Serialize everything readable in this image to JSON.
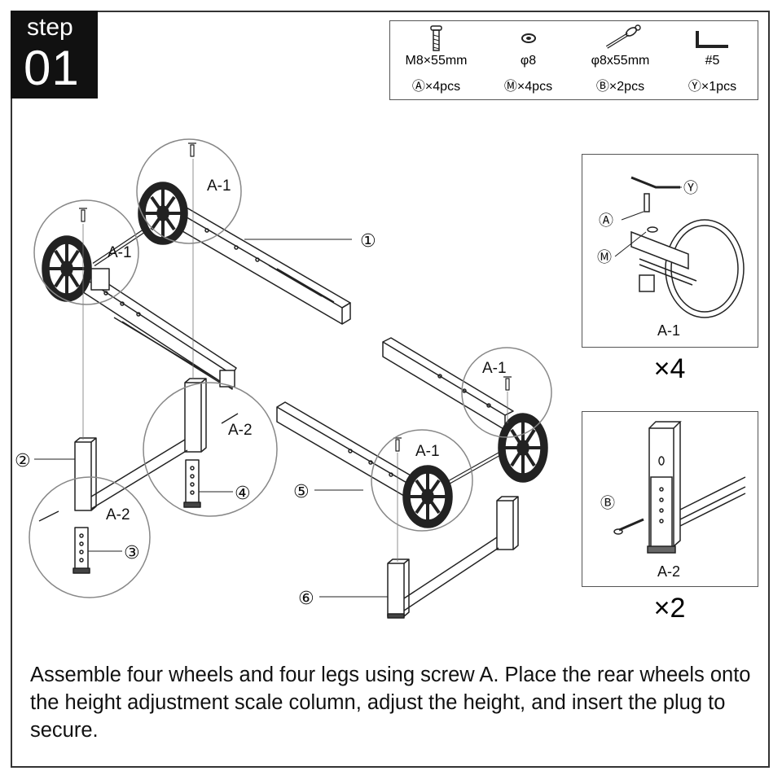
{
  "step": {
    "word": "step",
    "number": "01"
  },
  "parts": [
    {
      "icon": "screw-icon",
      "spec": "M8×55mm",
      "qty": "Ⓐ×4pcs"
    },
    {
      "icon": "washer-icon",
      "spec": "φ8",
      "qty": "Ⓜ×4pcs"
    },
    {
      "icon": "pin-icon",
      "spec": "φ8x55mm",
      "qty": "Ⓑ×2pcs"
    },
    {
      "icon": "hex-key-icon",
      "spec": "#5",
      "qty": "Ⓨ×1pcs"
    }
  ],
  "callouts": {
    "c1": "①",
    "c2": "②",
    "c3": "③",
    "c4": "④",
    "c5": "⑤",
    "c6": "⑥",
    "a1": "A-1",
    "a2": "A-2"
  },
  "detail_a1": {
    "label": "A-1",
    "multiplier": "×4",
    "y": "Ⓨ",
    "a": "Ⓐ",
    "m": "Ⓜ"
  },
  "detail_a2": {
    "label": "A-2",
    "multiplier": "×2",
    "b": "Ⓑ"
  },
  "instructions": "Assemble four wheels and four legs using screw A. Place  the rear wheels onto the height adjustment scale column, adjust the height, and insert the plug to secure."
}
